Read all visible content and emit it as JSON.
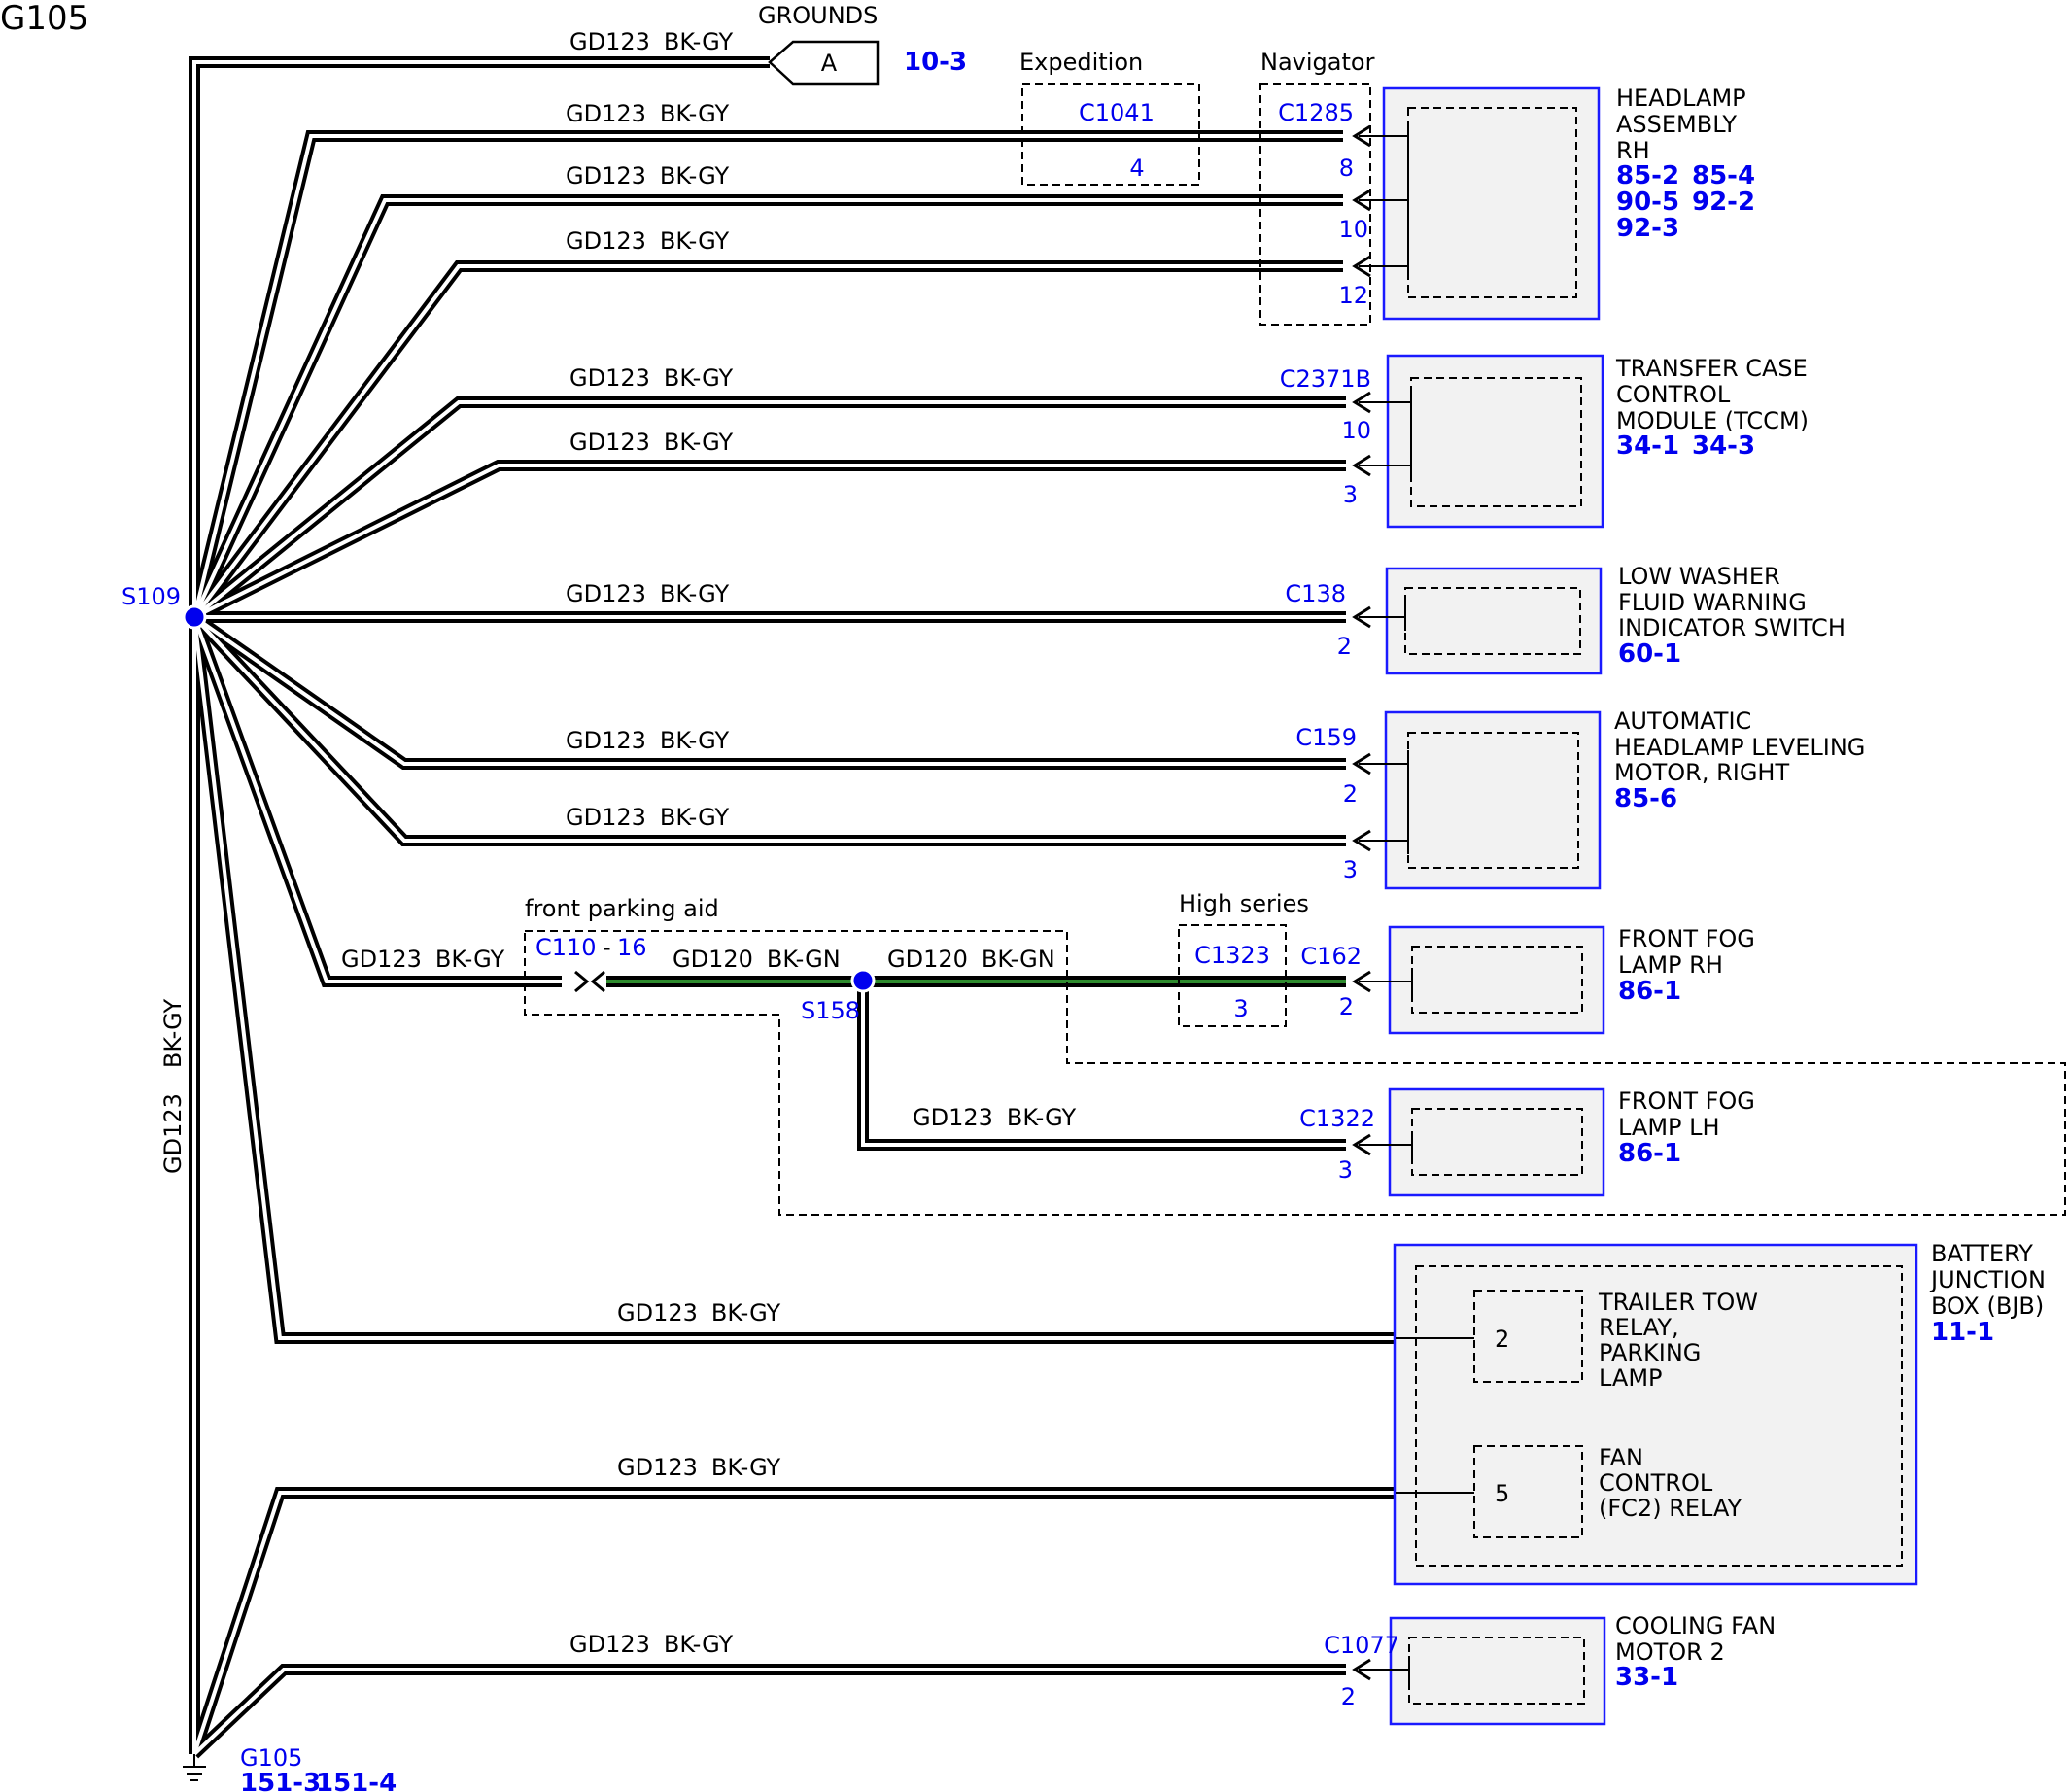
{
  "page_title": "G105",
  "colors": {
    "wire_outer": "#000000",
    "wire_inner": "#ffffff",
    "gn_inner": "#2e8b2e",
    "ref_blue": "#0000ee",
    "box_stroke": "#1a1aff",
    "box_fill": "#f2f2f2"
  },
  "grounds": {
    "label": "GROUNDS",
    "connector": "A",
    "page_ref": "10-3",
    "wire_code": "GD123",
    "wire_color": "BK-GY"
  },
  "options": {
    "expedition": "Expedition",
    "navigator": "Navigator",
    "front_parking_aid": "front parking aid",
    "high_series": "High series"
  },
  "connectors": {
    "c1041": {
      "id": "C1041",
      "pin": "4"
    },
    "c1285": {
      "id": "C1285",
      "pins": [
        "8",
        "10",
        "12"
      ]
    },
    "c2371b": {
      "id": "C2371B",
      "pins": [
        "10",
        "3"
      ]
    },
    "c138": {
      "id": "C138",
      "pin": "2"
    },
    "c159": {
      "id": "C159",
      "pins": [
        "2",
        "3"
      ]
    },
    "c110": {
      "id": "C110",
      "pin": "16",
      "sep": "-"
    },
    "c1323": {
      "id": "C1323",
      "pin": "3"
    },
    "c162": {
      "id": "C162",
      "pin": "2"
    },
    "c1322": {
      "id": "C1322",
      "pin": "3"
    },
    "c1077": {
      "id": "C1077",
      "pin": "2"
    }
  },
  "splices": {
    "s109": "S109",
    "s158": "S158"
  },
  "wires": [
    {
      "code": "GD123",
      "color": "BK-GY"
    },
    {
      "code": "GD123",
      "color": "BK-GY"
    },
    {
      "code": "GD123",
      "color": "BK-GY"
    },
    {
      "code": "GD123",
      "color": "BK-GY"
    },
    {
      "code": "GD123",
      "color": "BK-GY"
    },
    {
      "code": "GD123",
      "color": "BK-GY"
    },
    {
      "code": "GD123",
      "color": "BK-GY"
    },
    {
      "code": "GD123",
      "color": "BK-GY"
    },
    {
      "code": "GD123",
      "color": "BK-GY"
    },
    {
      "code": "GD123",
      "color": "BK-GY"
    },
    {
      "code": "GD120",
      "color": "BK-GN"
    },
    {
      "code": "GD120",
      "color": "BK-GN"
    },
    {
      "code": "GD123",
      "color": "BK-GY"
    },
    {
      "code": "GD123",
      "color": "BK-GY"
    },
    {
      "code": "GD123",
      "color": "BK-GY"
    },
    {
      "code": "GD123",
      "color": "BK-GY"
    },
    {
      "code": "GD123",
      "color": "BK-GY"
    }
  ],
  "components": {
    "headlamp_rh": {
      "lines": [
        "HEADLAMP",
        "ASSEMBLY",
        "RH"
      ],
      "refs": [
        "85-2",
        "85-4",
        "90-5",
        "92-2",
        "92-3"
      ]
    },
    "tccm": {
      "lines": [
        "TRANSFER CASE",
        "CONTROL",
        "MODULE (TCCM)"
      ],
      "refs": [
        "34-1",
        "34-3"
      ]
    },
    "washer": {
      "lines": [
        "LOW WASHER",
        "FLUID WARNING",
        "INDICATOR SWITCH"
      ],
      "refs": [
        "60-1"
      ]
    },
    "leveling": {
      "lines": [
        "AUTOMATIC",
        "HEADLAMP LEVELING",
        "MOTOR, RIGHT"
      ],
      "refs": [
        "85-6"
      ]
    },
    "fog_rh": {
      "lines": [
        "FRONT FOG",
        "LAMP RH"
      ],
      "refs": [
        "86-1"
      ]
    },
    "fog_lh": {
      "lines": [
        "FRONT FOG",
        "LAMP LH"
      ],
      "refs": [
        "86-1"
      ]
    },
    "bjb": {
      "lines": [
        "BATTERY",
        "JUNCTION",
        "BOX (BJB)"
      ],
      "refs": [
        "11-1"
      ]
    },
    "trailer_relay": {
      "lines": [
        "TRAILER TOW",
        "RELAY,",
        "PARKING",
        "LAMP"
      ],
      "pin": "2"
    },
    "fan_relay": {
      "lines": [
        "FAN",
        "CONTROL",
        "(FC2) RELAY"
      ],
      "pin": "5"
    },
    "cooling_fan": {
      "lines": [
        "COOLING FAN",
        "MOTOR 2"
      ],
      "refs": [
        "33-1"
      ]
    }
  },
  "ground_point": {
    "id": "G105",
    "refs": [
      "151-3",
      "151-4"
    ]
  }
}
